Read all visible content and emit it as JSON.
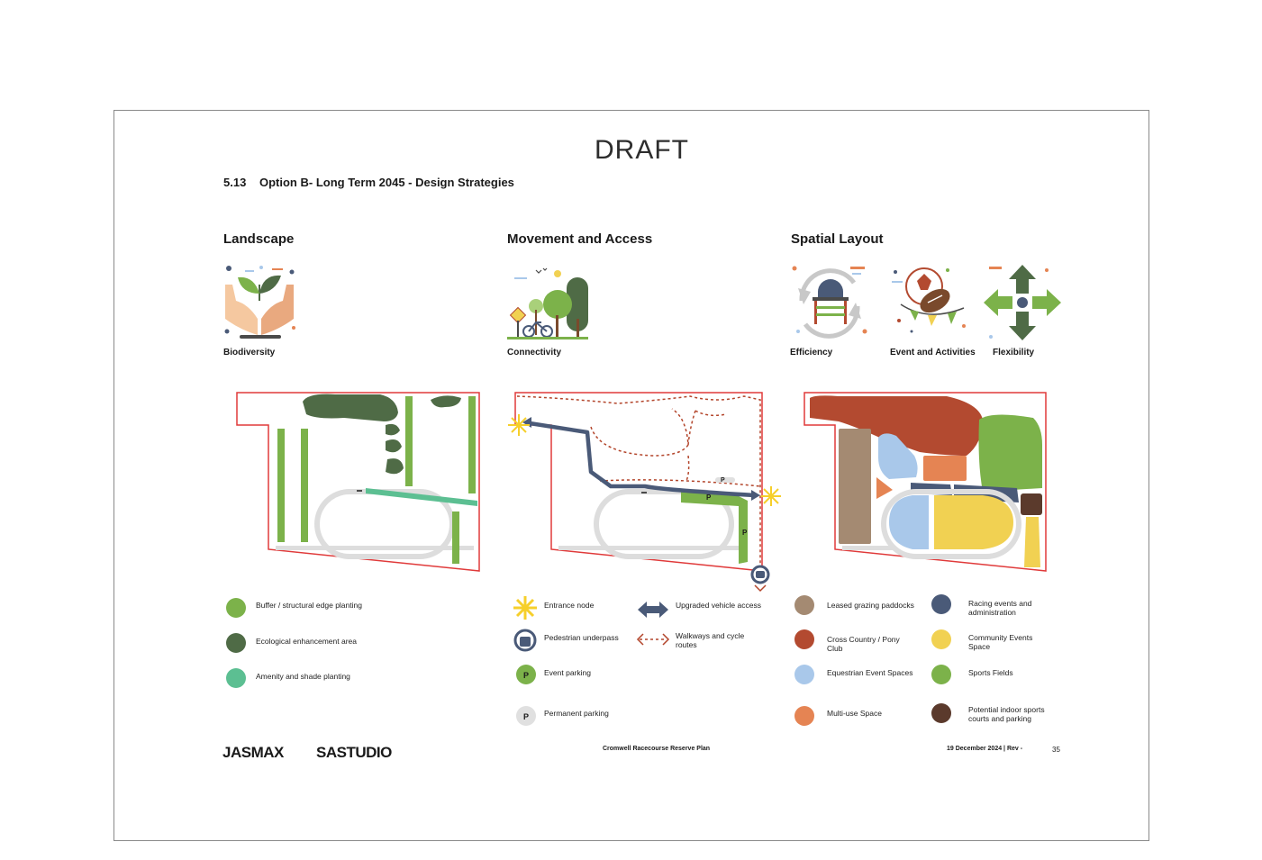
{
  "header": {
    "draft_label": "DRAFT",
    "section_number": "5.13",
    "section_title": "Option B- Long Term 2045 - Design Strategies"
  },
  "columns": {
    "landscape": {
      "heading": "Landscape",
      "icons": [
        {
          "label": "Biodiversity",
          "icon": "hands-seedling-icon"
        }
      ]
    },
    "movement": {
      "heading": "Movement and Access",
      "icons": [
        {
          "label": "Connectivity",
          "icon": "trees-bicycle-icon"
        }
      ]
    },
    "spatial": {
      "heading": "Spatial Layout",
      "icons": [
        {
          "label": "Efficiency",
          "icon": "cycle-arrows-icon"
        },
        {
          "label": "Event and Activities",
          "icon": "balls-bunting-icon"
        },
        {
          "label": "Flexibility",
          "icon": "four-arrows-icon"
        }
      ]
    }
  },
  "legends": {
    "landscape": [
      {
        "label": "Buffer / structural edge planting",
        "color": "#7cb24a"
      },
      {
        "label": "Ecological enhancement area",
        "color": "#4f6b46"
      },
      {
        "label": "Amenity and shade planting",
        "color": "#5cbf92"
      }
    ],
    "movement": [
      {
        "label": "Entrance node",
        "icon": "entrance-star-icon"
      },
      {
        "label": "Upgraded vehicle access",
        "icon": "double-arrow-icon"
      },
      {
        "label": "Pedestrian underpass",
        "icon": "underpass-icon"
      },
      {
        "label": "Walkways and cycle routes",
        "icon": "dotted-arrow-icon"
      },
      {
        "label": "Event parking",
        "icon": "event-parking-icon",
        "symbol": "P",
        "color": "#7cb24a"
      },
      {
        "label": "Permanent parking",
        "icon": "permanent-parking-icon",
        "symbol": "P",
        "color": "#e0e0e0"
      }
    ],
    "spatial": [
      {
        "label": "Leased grazing paddocks",
        "color": "#a48a72"
      },
      {
        "label": "Racing events and administration",
        "color": "#4a5a78"
      },
      {
        "label": "Cross Country / Pony Club",
        "color": "#b34a30"
      },
      {
        "label": "Community Events Space",
        "color": "#f1d152"
      },
      {
        "label": "Equestrian Event Spaces",
        "color": "#a9c8ea"
      },
      {
        "label": "Sports Fields",
        "color": "#7cb24a"
      },
      {
        "label": "Multi-use Space",
        "color": "#e58453"
      },
      {
        "label": "Potential indoor sports courts and parking",
        "color": "#5b3a2c"
      }
    ]
  },
  "footer": {
    "logo_left": "JASMAX",
    "logo_right": "SASTUDIO",
    "document_title": "Cromwell Racecourse Reserve Plan",
    "date_rev": "19 December 2024 | Rev -",
    "page_number": "35"
  },
  "colors": {
    "boundary": "#e03a3a",
    "track": "#dddddd",
    "buffer_green": "#7cb24a",
    "ecological_green": "#4f6b46",
    "amenity_green": "#5cbf92",
    "vehicle_access": "#4a5a78",
    "walkway": "#b3452b",
    "entrance": "#f6cf2b"
  }
}
